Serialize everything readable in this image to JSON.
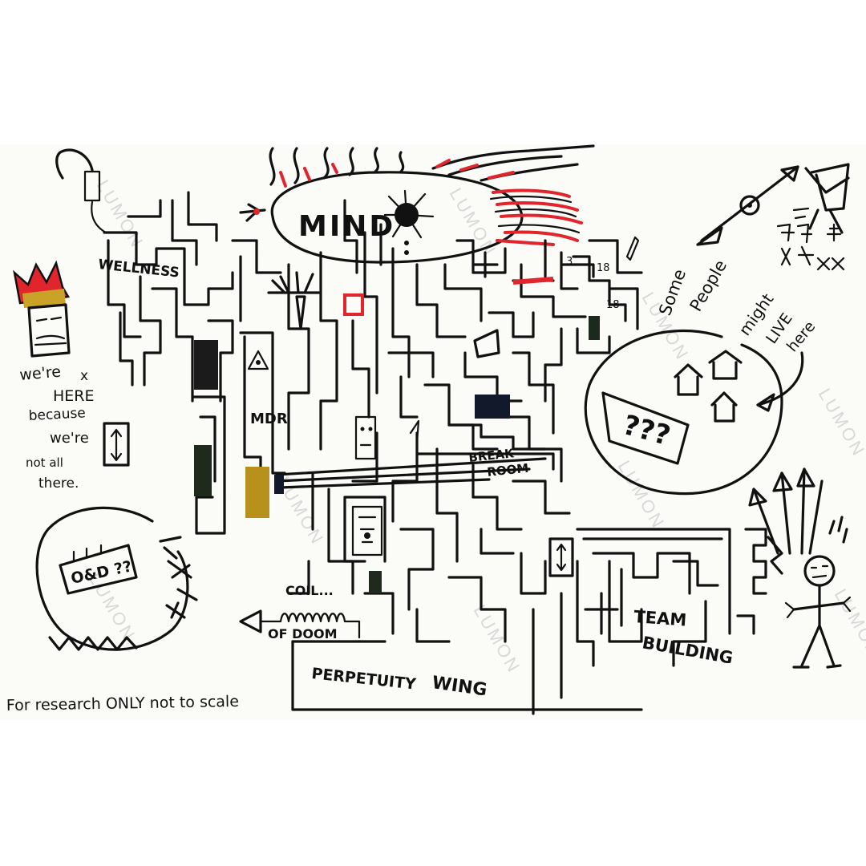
{
  "labels": {
    "mind": "MIND",
    "wellness": "WELLNESS",
    "mdr": "MDR",
    "break_room_line1": "BREAK",
    "break_room_line2": "ROOM",
    "coil_line1": "COIL...",
    "coil_line2": "OF DOOM",
    "perpetuity_wing_part1": "PERPETUITY",
    "perpetuity_wing_part2": "WING",
    "team_building_line1": "TEAM",
    "team_building_line2": "BUILDING",
    "ned": "O&D ??",
    "question_marks": "???",
    "floor_a": "3",
    "floor_b": "18",
    "floor_c": "18"
  },
  "notes": {
    "left_line1": "we're",
    "left_line2": "HERE",
    "left_line3": "because",
    "left_line4": "we're",
    "left_line5": "not all",
    "left_line6": "there.",
    "right_line1": "Some",
    "right_line2": "People",
    "right_line3": "might",
    "right_line4": "LIVE",
    "right_line5": "here",
    "footer": "For research ONLY not to scale"
  },
  "watermark": "LUMON",
  "colors": {
    "ink": "#111111",
    "red": "#e0262c",
    "gold": "#b8901c",
    "green": "#1f2a1c",
    "navy": "#12192b",
    "paper": "#fbfbf8"
  }
}
